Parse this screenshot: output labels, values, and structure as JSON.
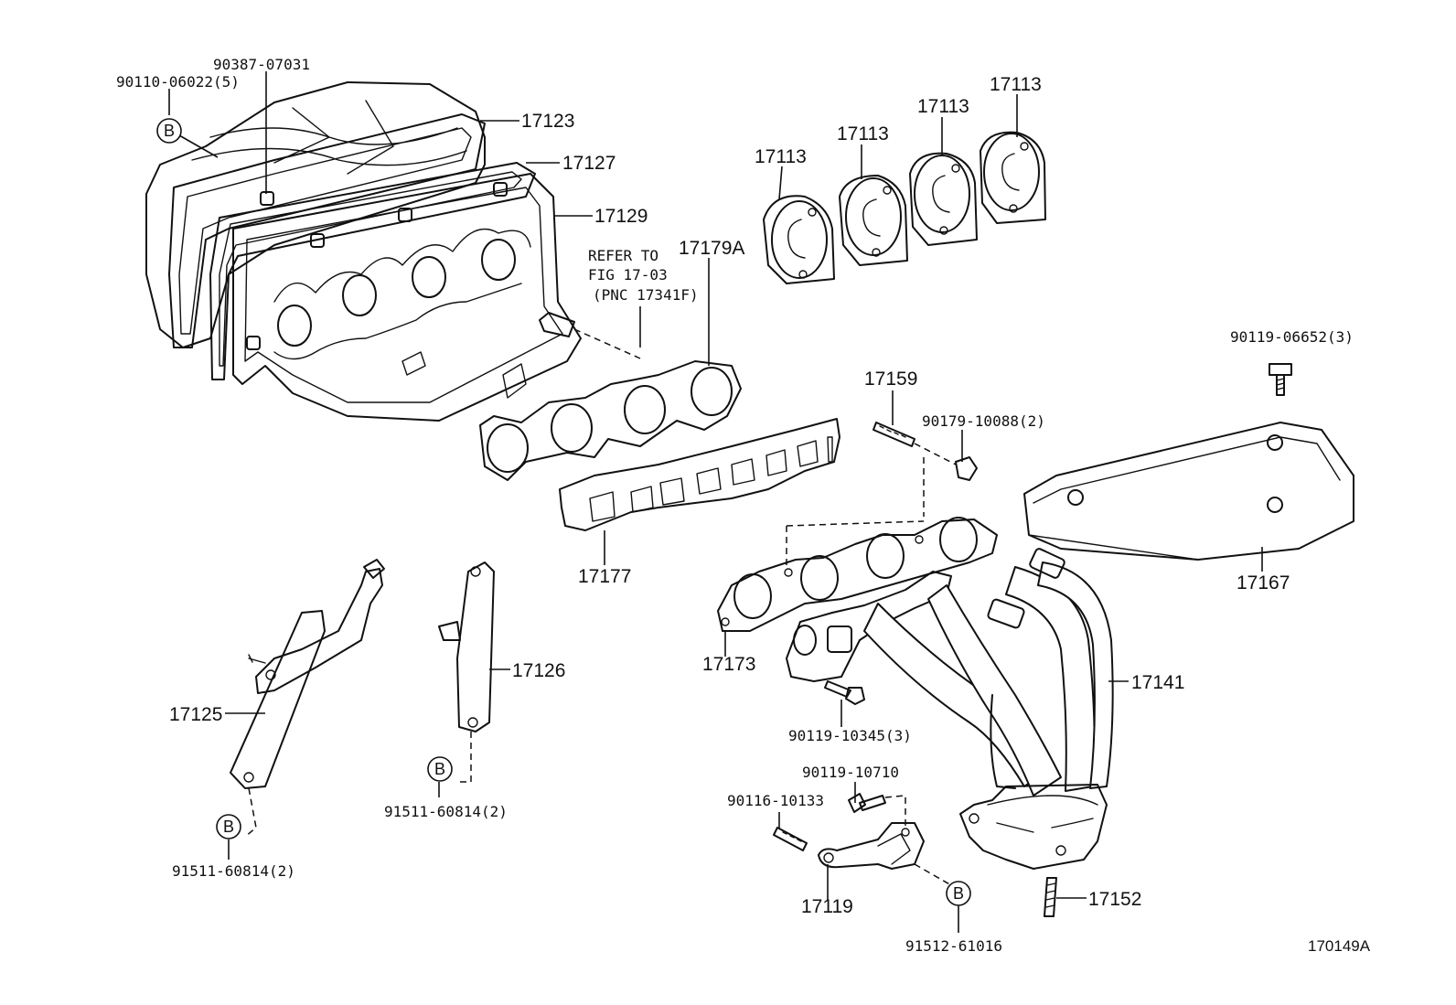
{
  "parts": {
    "p_90387_07031": "90387-07031",
    "p_90110_06022": "90110-06022(5)",
    "p_17123": "17123",
    "p_17127": "17127",
    "p_17129": "17129",
    "p_17113_a": "17113",
    "p_17113_b": "17113",
    "p_17113_c": "17113",
    "p_17113_d": "17113",
    "p_17179A": "17179A",
    "p_17159": "17159",
    "p_90179_10088": "90179-10088(2)",
    "p_90119_06652": "90119-06652(3)",
    "p_17167": "17167",
    "p_17177": "17177",
    "p_17173": "17173",
    "p_17141": "17141",
    "p_17126": "17126",
    "p_17125": "17125",
    "p_90119_10345": "90119-10345(3)",
    "p_90119_10710": "90119-10710",
    "p_90116_10133": "90116-10133",
    "p_17119": "17119",
    "p_17152": "17152",
    "p_91511_60814_a": "91511-60814(2)",
    "p_91511_60814_b": "91511-60814(2)",
    "p_91512_61016": "91512-61016"
  },
  "refer": {
    "line1": "REFER TO",
    "line2": "FIG 17-03",
    "line3": "(PNC 17341F)"
  },
  "ref_marker": "B",
  "figure_id": "170149A"
}
